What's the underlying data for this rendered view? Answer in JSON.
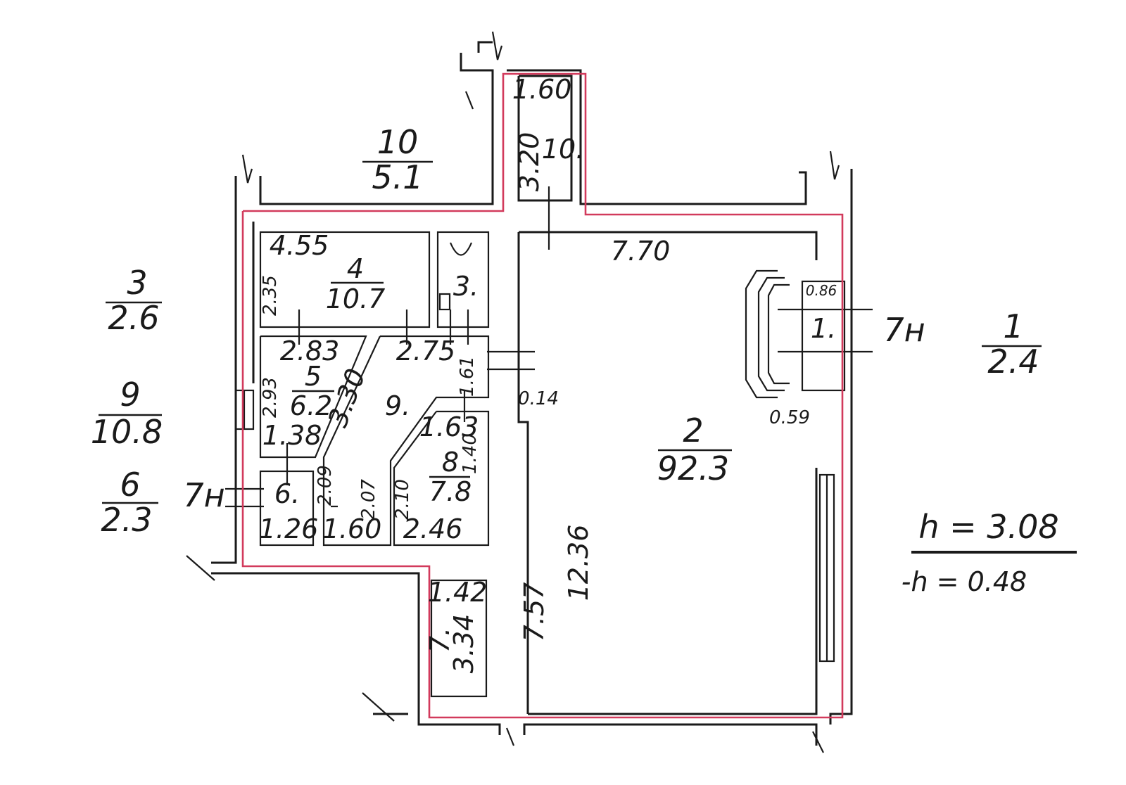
{
  "accent_colors": {
    "boundary": "#d23a5c",
    "ink": "#1a1a1a"
  },
  "outside": {
    "n10": {
      "num": "10",
      "area": "5.1"
    },
    "n3": {
      "num": "3",
      "area": "2.6"
    },
    "n9": {
      "num": "9",
      "area": "10.8"
    },
    "n6": {
      "num": "6",
      "area": "2.3"
    },
    "n1": {
      "num": "1",
      "area": "2.4"
    }
  },
  "rooms": {
    "r10": {
      "num": "10.",
      "dim_top": "1.60",
      "dim_side": "3.20"
    },
    "r4": {
      "num": "4",
      "area": "10.7",
      "dim_top": "4.55",
      "dim_side": "2.35"
    },
    "r3": {
      "num": "3."
    },
    "r5": {
      "num": "5",
      "area": "6.2",
      "dim_top": "2.83",
      "dim_side": "2.93",
      "dim_bottom": "1.38"
    },
    "r9": {
      "num": "9.",
      "dim_top": "2.75",
      "dim_side": "1.61",
      "dim_diag": "3.30"
    },
    "r8": {
      "num": "8",
      "area": "7.8",
      "dim_top": "1.63",
      "dim_side": "1.40",
      "dim_left": "2.10",
      "dim_bottom": "2.46"
    },
    "r6": {
      "num": "6.",
      "dim_bottom": "1.26",
      "dim_side": "2.09"
    },
    "r7": {
      "num": "7.",
      "dim_top": "1.42",
      "dim_side": "3.34"
    },
    "r_corr": {
      "dim_side": "2.07",
      "dim_bottom": "1.60"
    },
    "r2": {
      "num": "2",
      "area": "92.3",
      "dim_top": "7.70",
      "dim_side": "12.36",
      "dim_inner": "7.57",
      "dim_a": "0.14"
    },
    "r1": {
      "num": "1.",
      "dim_top": "0.86",
      "dim_bottom": "0.59"
    }
  },
  "labels": {
    "left_7n": "7н",
    "right_7n": "7н"
  },
  "heights": {
    "h": "h = 3.08",
    "h2": "-h = 0.48"
  }
}
